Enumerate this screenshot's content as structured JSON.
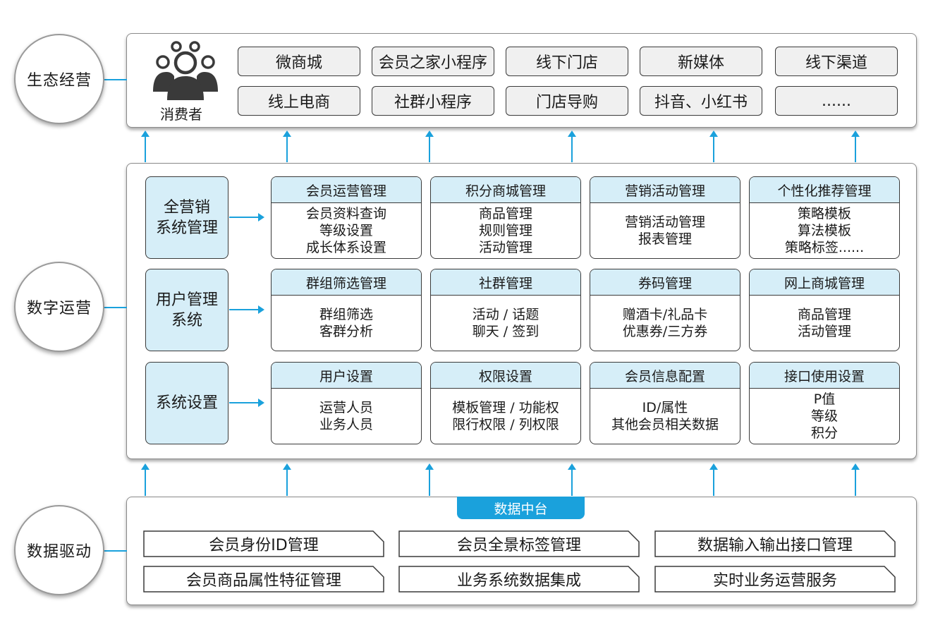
{
  "sections": {
    "ecosystem": "生态经营",
    "operation": "数字运营",
    "data": "数据驱动"
  },
  "consumer": {
    "label": "消费者",
    "icon": "people-group-icon"
  },
  "channels": [
    "微商城",
    "会员之家小程序",
    "线下门店",
    "新媒体",
    "线下渠道",
    "线上电商",
    "社群小程序",
    "门店导购",
    "抖音、小红书",
    "......"
  ],
  "categories": [
    "全营销\n系统管理",
    "用户管理\n系统",
    "系统设置"
  ],
  "modules": [
    [
      {
        "title": "会员运营管理",
        "lines": [
          "会员资料查询",
          "等级设置",
          "成长体系设置"
        ]
      },
      {
        "title": "积分商城管理",
        "lines": [
          "商品管理",
          "规则管理",
          "活动管理"
        ]
      },
      {
        "title": "营销活动管理",
        "lines": [
          "营销活动管理",
          "报表管理"
        ]
      },
      {
        "title": "个性化推荐管理",
        "lines": [
          "策略模板",
          "算法模板",
          "策略标签......"
        ]
      }
    ],
    [
      {
        "title": "群组筛选管理",
        "lines": [
          "群组筛选",
          "客群分析"
        ]
      },
      {
        "title": "社群管理",
        "lines": [
          "活动 / 话题",
          "聊天 / 签到"
        ]
      },
      {
        "title": "券码管理",
        "lines": [
          "赠酒卡/礼品卡",
          "优惠券/三方券"
        ]
      },
      {
        "title": "网上商城管理",
        "lines": [
          "商品管理",
          "活动管理"
        ]
      }
    ],
    [
      {
        "title": "用户设置",
        "lines": [
          "运营人员",
          "业务人员"
        ]
      },
      {
        "title": "权限设置",
        "lines": [
          "模板管理 / 功能权",
          "限行权限 / 列权限"
        ]
      },
      {
        "title": "会员信息配置",
        "lines": [
          "ID/属性",
          "其他会员相关数据"
        ]
      },
      {
        "title": "接口使用设置",
        "lines": [
          "P值",
          "等级",
          "积分"
        ]
      }
    ]
  ],
  "data_hub": {
    "title": "数据中台",
    "items": [
      "会员身份ID管理",
      "会员全景标签管理",
      "数据输入输出接口管理",
      "会员商品属性特征管理",
      "业务系统数据集成",
      "实时业务运营服务"
    ]
  },
  "colors": {
    "accent": "#1aa1dc",
    "light_blue": "#d6eef8",
    "channel_bg": "#f0f0f0"
  }
}
